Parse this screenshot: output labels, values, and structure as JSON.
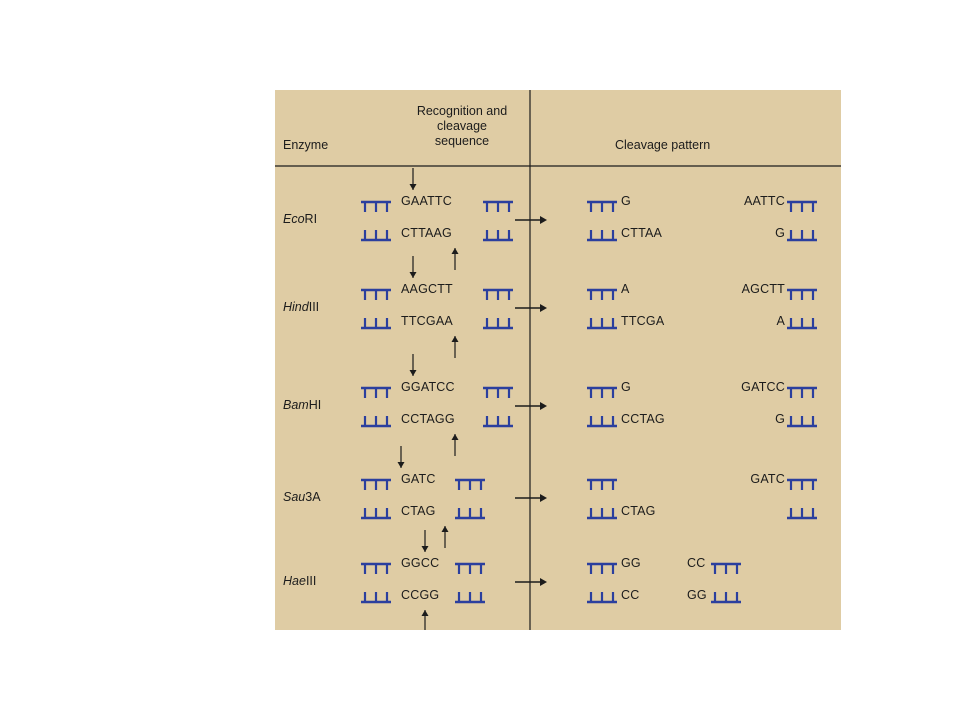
{
  "header": {
    "enzyme": "Enzyme",
    "recognition_line1": "Recognition and",
    "recognition_line2": "cleavage",
    "recognition_line3": "sequence",
    "cleavage": "Cleavage pattern"
  },
  "enzymes": [
    {
      "italic": "Eco",
      "rest": "RI",
      "top": "GAATTC",
      "bottom": "CTTAAG",
      "left_top": "G",
      "left_bottom": "CTTAA",
      "right_top": "AATTC",
      "right_bottom": "G"
    },
    {
      "italic": "Hind",
      "rest": "III",
      "top": "AAGCTT",
      "bottom": "TTCGAA",
      "left_top": "A",
      "left_bottom": "TTCGA",
      "right_top": "AGCTT",
      "right_bottom": "A"
    },
    {
      "italic": "Bam",
      "rest": "HI",
      "top": "GGATCC",
      "bottom": "CCTAGG",
      "left_top": "G",
      "left_bottom": "CCTAG",
      "right_top": "GATCC",
      "right_bottom": "G"
    },
    {
      "italic": "Sau",
      "rest": "3A",
      "top": "GATC",
      "bottom": "CTAG",
      "left_top": "",
      "left_bottom": "CTAG",
      "right_top": "GATC",
      "right_bottom": ""
    },
    {
      "italic": "Hae",
      "rest": "III",
      "top": "GGCC",
      "bottom": "CCGG",
      "left_top": "GG",
      "left_bottom": "CC",
      "right_top": "CC",
      "right_bottom": "GG"
    }
  ],
  "colors": {
    "background": "#dfcca4",
    "dna": "#2b3f9e",
    "ink": "#1c1c1c"
  }
}
